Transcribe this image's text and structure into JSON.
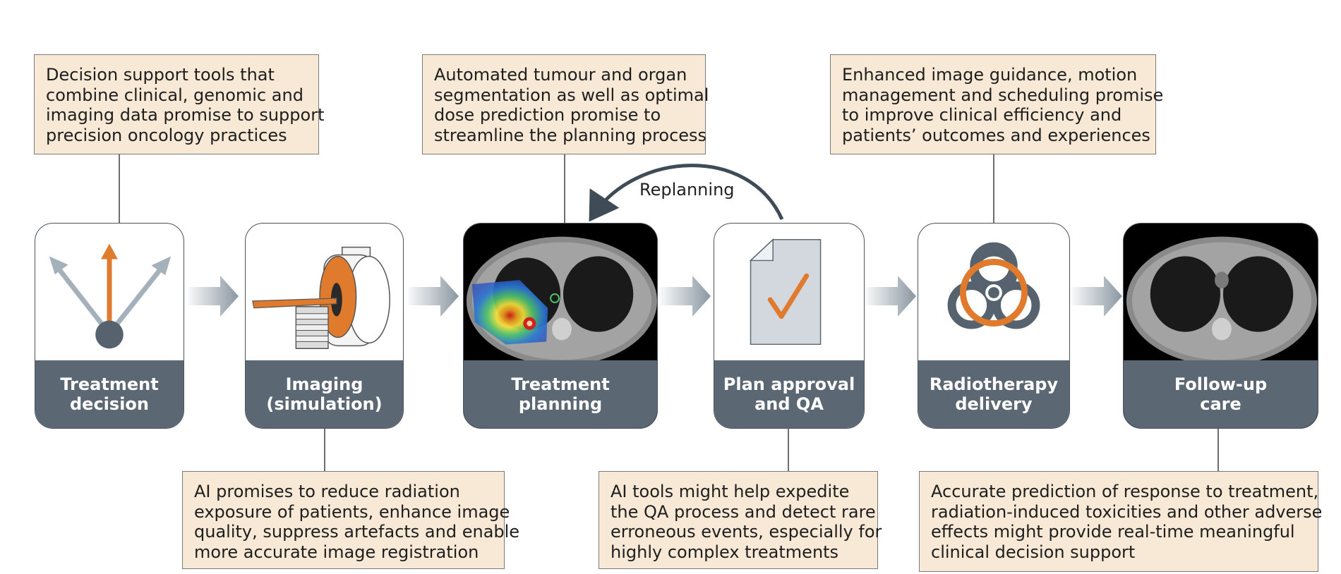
{
  "top_notes": [
    {
      "lines": [
        "Decision support tools that",
        "combine clinical, genomic and",
        "imaging data promise to support",
        "precision oncology practices"
      ]
    },
    {
      "lines": [
        "Automated tumour and organ",
        "segmentation as well as optimal",
        "dose prediction promise to",
        "streamline the planning process"
      ]
    },
    {
      "lines": [
        "Enhanced image guidance, motion",
        "management and scheduling promise",
        "to improve clinical efficiency and",
        "patients’ outcomes and experiences"
      ]
    }
  ],
  "bottom_notes": [
    {
      "lines": [
        "AI promises to reduce radiation",
        "exposure of patients, enhance image",
        "quality, suppress artefacts and enable",
        "more accurate image registration"
      ]
    },
    {
      "lines": [
        "AI tools might help expedite",
        "the QA process and detect rare",
        "erroneous events, especially for",
        "highly complex treatments"
      ]
    },
    {
      "lines": [
        "Accurate prediction of response to treatment,",
        "radiation-induced toxicities and other adverse",
        "effects might provide real-time meaningful",
        "clinical decision support"
      ]
    }
  ],
  "stages": [
    {
      "lines": [
        "Treatment",
        "decision"
      ]
    },
    {
      "lines": [
        "Imaging",
        "(simulation)"
      ]
    },
    {
      "lines": [
        "Treatment",
        "planning"
      ]
    },
    {
      "lines": [
        "Plan approval",
        "and QA"
      ]
    },
    {
      "lines": [
        "Radiotherapy",
        "delivery"
      ]
    },
    {
      "lines": [
        "Follow-up",
        "care"
      ]
    }
  ],
  "replanning_label": "Replanning",
  "colors": {
    "note_fill": "#f8e9d6",
    "label_bar": "#5b6772",
    "accent_orange": "#e07a2c",
    "arrow_grey": "#8a97a1"
  }
}
